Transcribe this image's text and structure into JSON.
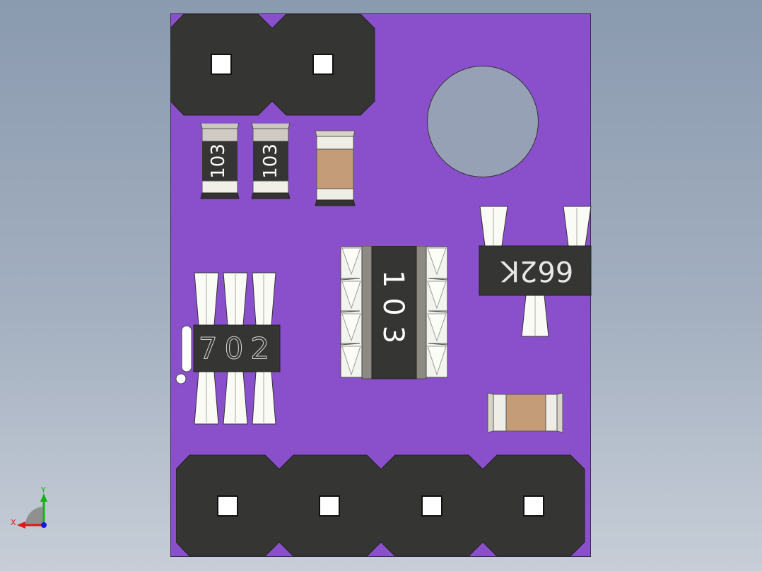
{
  "view": {
    "background_color": "#8a9aaf",
    "board_color": "#8a50cc",
    "component_body_color": "#353533",
    "capacitor_color": "#c49c78"
  },
  "components": {
    "resistor_r1": {
      "marking": "103"
    },
    "resistor_r2": {
      "marking": "103"
    },
    "ic_u1": {
      "marking": "702"
    },
    "ic_u2": {
      "marking": "103"
    },
    "ic_u3": {
      "marking": "662K"
    }
  },
  "connectors": {
    "top_header_pins": 2,
    "bottom_header_pins": 4
  },
  "triad": {
    "x_label": "X",
    "y_label": "Y",
    "x_color": "#e01818",
    "y_color": "#18b018",
    "z_color": "#1818e0"
  }
}
